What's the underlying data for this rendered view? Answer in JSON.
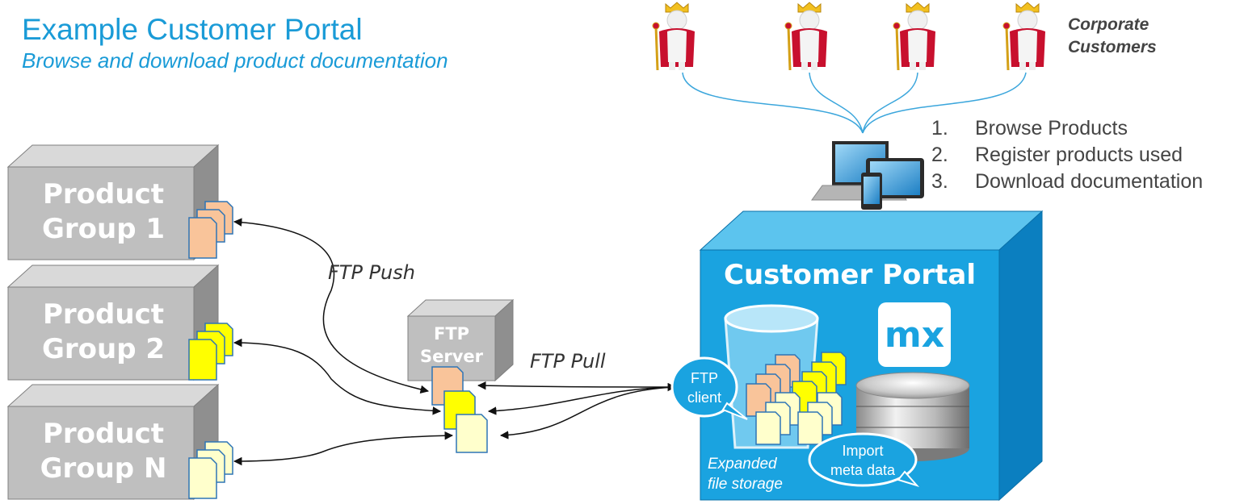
{
  "header": {
    "title": "Example Customer Portal",
    "subtitle": "Browse and download product documentation"
  },
  "customers": {
    "label_line1": "Corporate",
    "label_line2": "Customers",
    "count": 4
  },
  "steps": [
    {
      "num": "1.",
      "text": "Browse Products"
    },
    {
      "num": "2.",
      "text": "Register products used"
    },
    {
      "num": "3.",
      "text": "Download documentation"
    }
  ],
  "product_groups": [
    {
      "line1": "Product",
      "line2": "Group 1",
      "doc_color": "#f9c49a"
    },
    {
      "line1": "Product",
      "line2": "Group 2",
      "doc_color": "#ffff00"
    },
    {
      "line1": "Product",
      "line2": "Group N",
      "doc_color": "#ffffcc"
    }
  ],
  "ftp_server": {
    "line1": "FTP",
    "line2": "Server"
  },
  "labels": {
    "ftp_push": "FTP Push",
    "ftp_pull": "FTP Pull"
  },
  "portal": {
    "title": "Customer Portal",
    "logo": "mx",
    "ftp_client_line1": "FTP",
    "ftp_client_line2": "client",
    "storage_line1": "Expanded",
    "storage_line2": "file storage",
    "import_line1": "Import",
    "import_line2": "meta data"
  },
  "colors": {
    "accent": "#1a9bd7",
    "portal_front": "#1aa3e0",
    "portal_top": "#5cc4ee",
    "portal_side": "#0b7fc0",
    "box_front": "#bfbfbf",
    "box_top": "#d9d9d9",
    "box_side": "#8f8f8f",
    "doc_orange": "#f9c49a",
    "doc_yellow": "#ffff00",
    "doc_cream": "#ffffcc",
    "doc_border": "#2e75b6"
  }
}
